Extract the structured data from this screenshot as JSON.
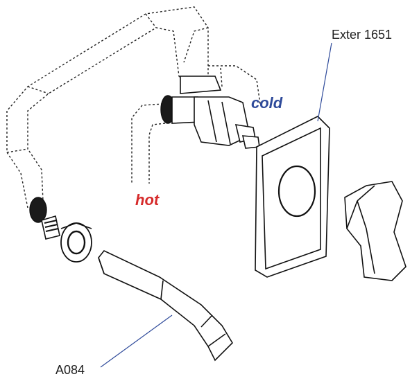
{
  "labels": {
    "plate_part": "Exter 1651",
    "spout_part": "A084",
    "cold": "cold",
    "hot": "hot"
  },
  "colors": {
    "cold": "#2e4a9a",
    "hot": "#d62a2a",
    "leader": "#2e4a9a",
    "line": "#111111"
  }
}
